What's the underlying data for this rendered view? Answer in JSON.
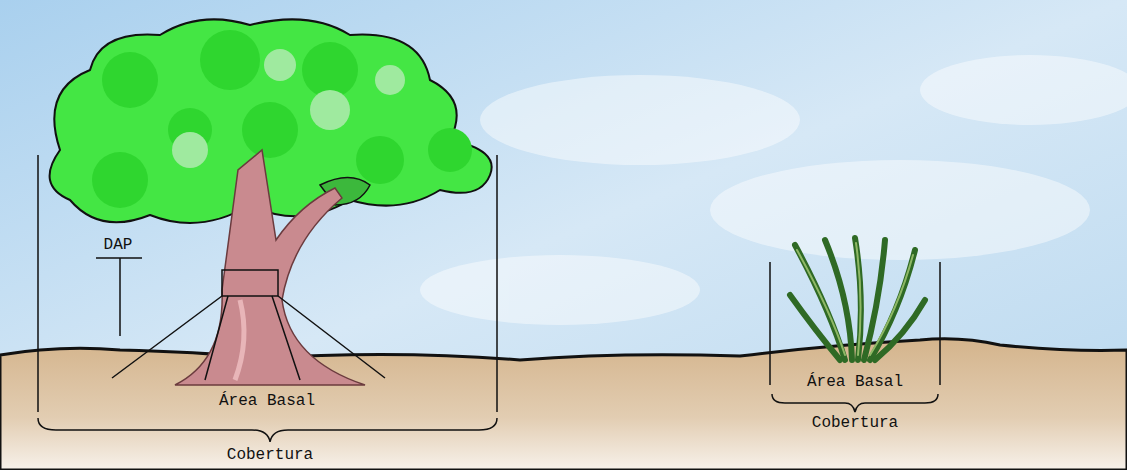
{
  "diagram": {
    "labels": [
      "DAP",
      "Área Basal",
      "Cobertura",
      "Área Basal",
      "Cobertura"
    ]
  }
}
